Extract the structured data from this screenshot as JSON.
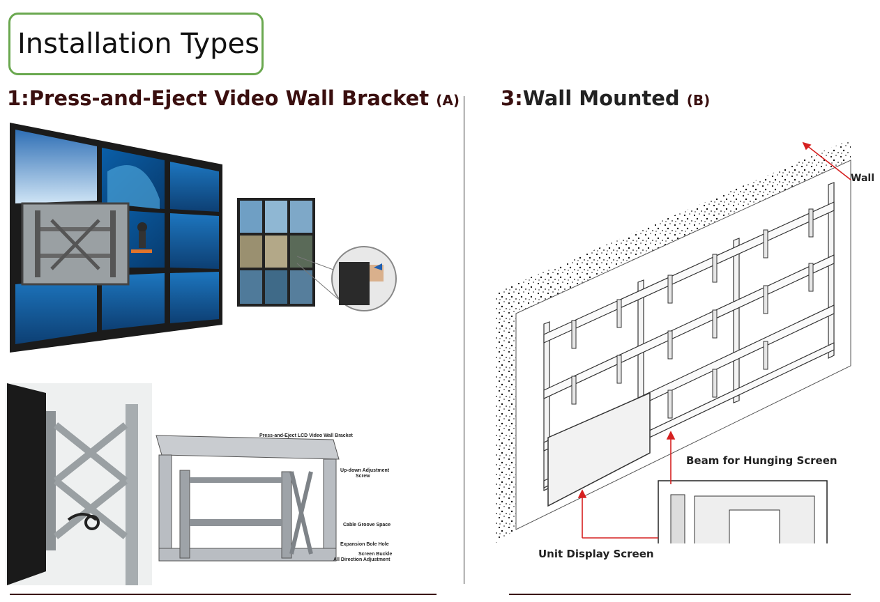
{
  "page": {
    "title": "Installation Types",
    "section_a": {
      "number": "1:",
      "title": "Press-and-Eject Video Wall Bracket",
      "tag": "(A)"
    },
    "section_b": {
      "number": "3:",
      "title": "Wall Mounted",
      "tag": "(B)"
    }
  },
  "bracket_diagram": {
    "title": "Press-and-Eject LCD Video Wall Bracket",
    "callouts": [
      "Up-down Adjustment",
      "Screw",
      "Cable Groove Space",
      "Expansion Bole Hole",
      "Screen Buckle",
      "All Direction Adjustment"
    ]
  },
  "wall_diagram": {
    "labels": {
      "wall": "Wall",
      "beam": "Beam for Hunging  Screen",
      "unit": "Unit Display Screen"
    },
    "accent_color": "#d62020"
  }
}
